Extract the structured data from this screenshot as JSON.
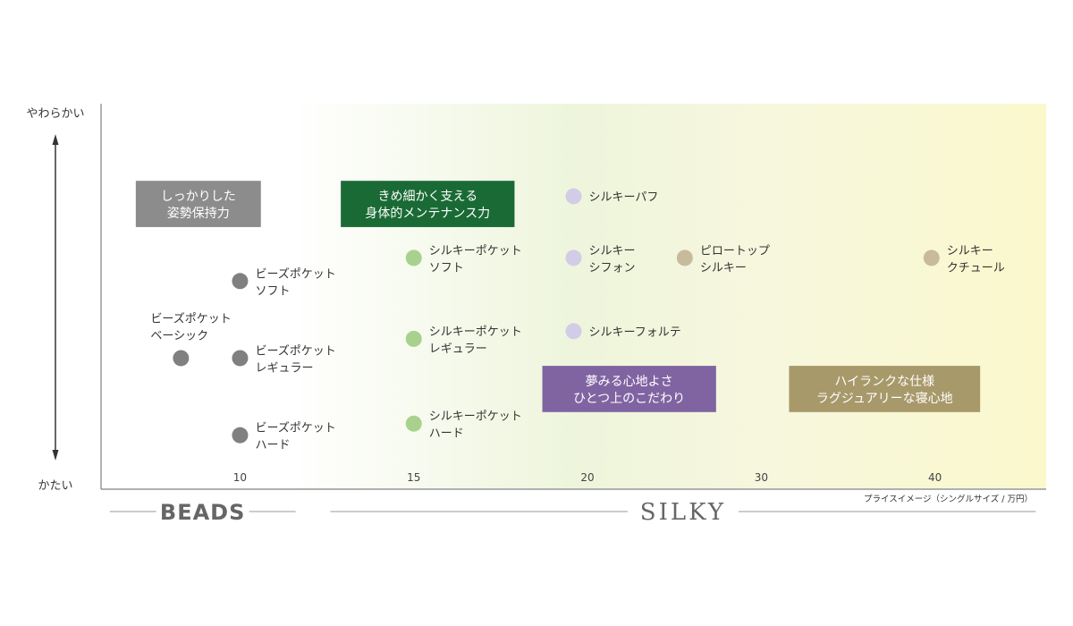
{
  "chart_data": {
    "type": "scatter",
    "y_axis": {
      "top_label": "やわらかい",
      "bottom_label": "かたい"
    },
    "x_axis": {
      "ticks": [
        {
          "value": "10",
          "pos": 10
        },
        {
          "value": "15",
          "pos": 15
        },
        {
          "value": "20",
          "pos": 20
        },
        {
          "value": "30",
          "pos": 25
        },
        {
          "value": "40",
          "pos": 30
        }
      ],
      "caption": "プライスイメージ（シングルサイズ / 万円）",
      "xlim": [
        6,
        33.2
      ]
    },
    "softness_range": [
      0,
      10
    ],
    "points": [
      {
        "label": [
          "ビーズポケット",
          "ソフト"
        ],
        "x": 10,
        "y": 5.4,
        "color": "#808080",
        "label_side": "right"
      },
      {
        "label": [
          "ビーズポケット",
          "ベーシック"
        ],
        "x": 8.3,
        "y": 3.4,
        "color": "#808080",
        "label_side": "above"
      },
      {
        "label": [
          "ビーズポケット",
          "レギュラー"
        ],
        "x": 10,
        "y": 3.4,
        "color": "#808080",
        "label_side": "right"
      },
      {
        "label": [
          "ビーズポケット",
          "ハード"
        ],
        "x": 10,
        "y": 1.4,
        "color": "#808080",
        "label_side": "right"
      },
      {
        "label": [
          "シルキーポケット",
          "ソフト"
        ],
        "x": 15,
        "y": 6.0,
        "color": "#a9d18e",
        "label_side": "right"
      },
      {
        "label": [
          "シルキーポケット",
          "レギュラー"
        ],
        "x": 15,
        "y": 3.9,
        "color": "#a9d18e",
        "label_side": "right"
      },
      {
        "label": [
          "シルキーポケット",
          "ハード"
        ],
        "x": 15,
        "y": 1.7,
        "color": "#a9d18e",
        "label_side": "right"
      },
      {
        "label": [
          "シルキーパフ"
        ],
        "x": 19.6,
        "y": 7.6,
        "color": "#d3cce6",
        "label_side": "right"
      },
      {
        "label": [
          "シルキー",
          "シフォン"
        ],
        "x": 19.6,
        "y": 6.0,
        "color": "#d3cce6",
        "label_side": "right"
      },
      {
        "label": [
          "シルキーフォルテ"
        ],
        "x": 19.6,
        "y": 4.1,
        "color": "#d3cce6",
        "label_side": "right"
      },
      {
        "label": [
          "ピロートップ",
          "シルキー"
        ],
        "x": 22.8,
        "y": 6.0,
        "color": "#c8bb9b",
        "label_side": "right"
      },
      {
        "label": [
          "シルキー",
          "クチュール"
        ],
        "x": 29.9,
        "y": 6.0,
        "color": "#c8bb9b",
        "label_side": "right"
      }
    ],
    "annotations": [
      {
        "lines": [
          "しっかりした",
          "姿勢保持力"
        ],
        "color": "#8c8c8c",
        "x1": 7.0,
        "x2": 10.6,
        "y1": 6.8,
        "y2": 8.0
      },
      {
        "lines": [
          "きめ細かく支える",
          "身体的メンテナンス力"
        ],
        "color": "#1a6a35",
        "x1": 12.9,
        "x2": 17.9,
        "y1": 6.8,
        "y2": 8.0
      },
      {
        "lines": [
          "夢みる心地よさ",
          "ひとつ上のこだわり"
        ],
        "color": "#8064a2",
        "x1": 18.7,
        "x2": 23.7,
        "y1": 2.0,
        "y2": 3.2
      },
      {
        "lines": [
          "ハイランクな仕様",
          "ラグジュアリーな寝心地"
        ],
        "color": "#a8996b",
        "x1": 25.8,
        "x2": 31.3,
        "y1": 2.0,
        "y2": 3.2
      }
    ],
    "background_gradient": [
      "#ffffff",
      "#eef5dc",
      "#f7f7dd",
      "#fbf8cc"
    ],
    "groups": [
      {
        "name": "BEADS",
        "x1": 6.25,
        "x2": 11.6
      },
      {
        "name": "SILKY",
        "x1": 12.6,
        "x2": 32.9
      }
    ]
  }
}
